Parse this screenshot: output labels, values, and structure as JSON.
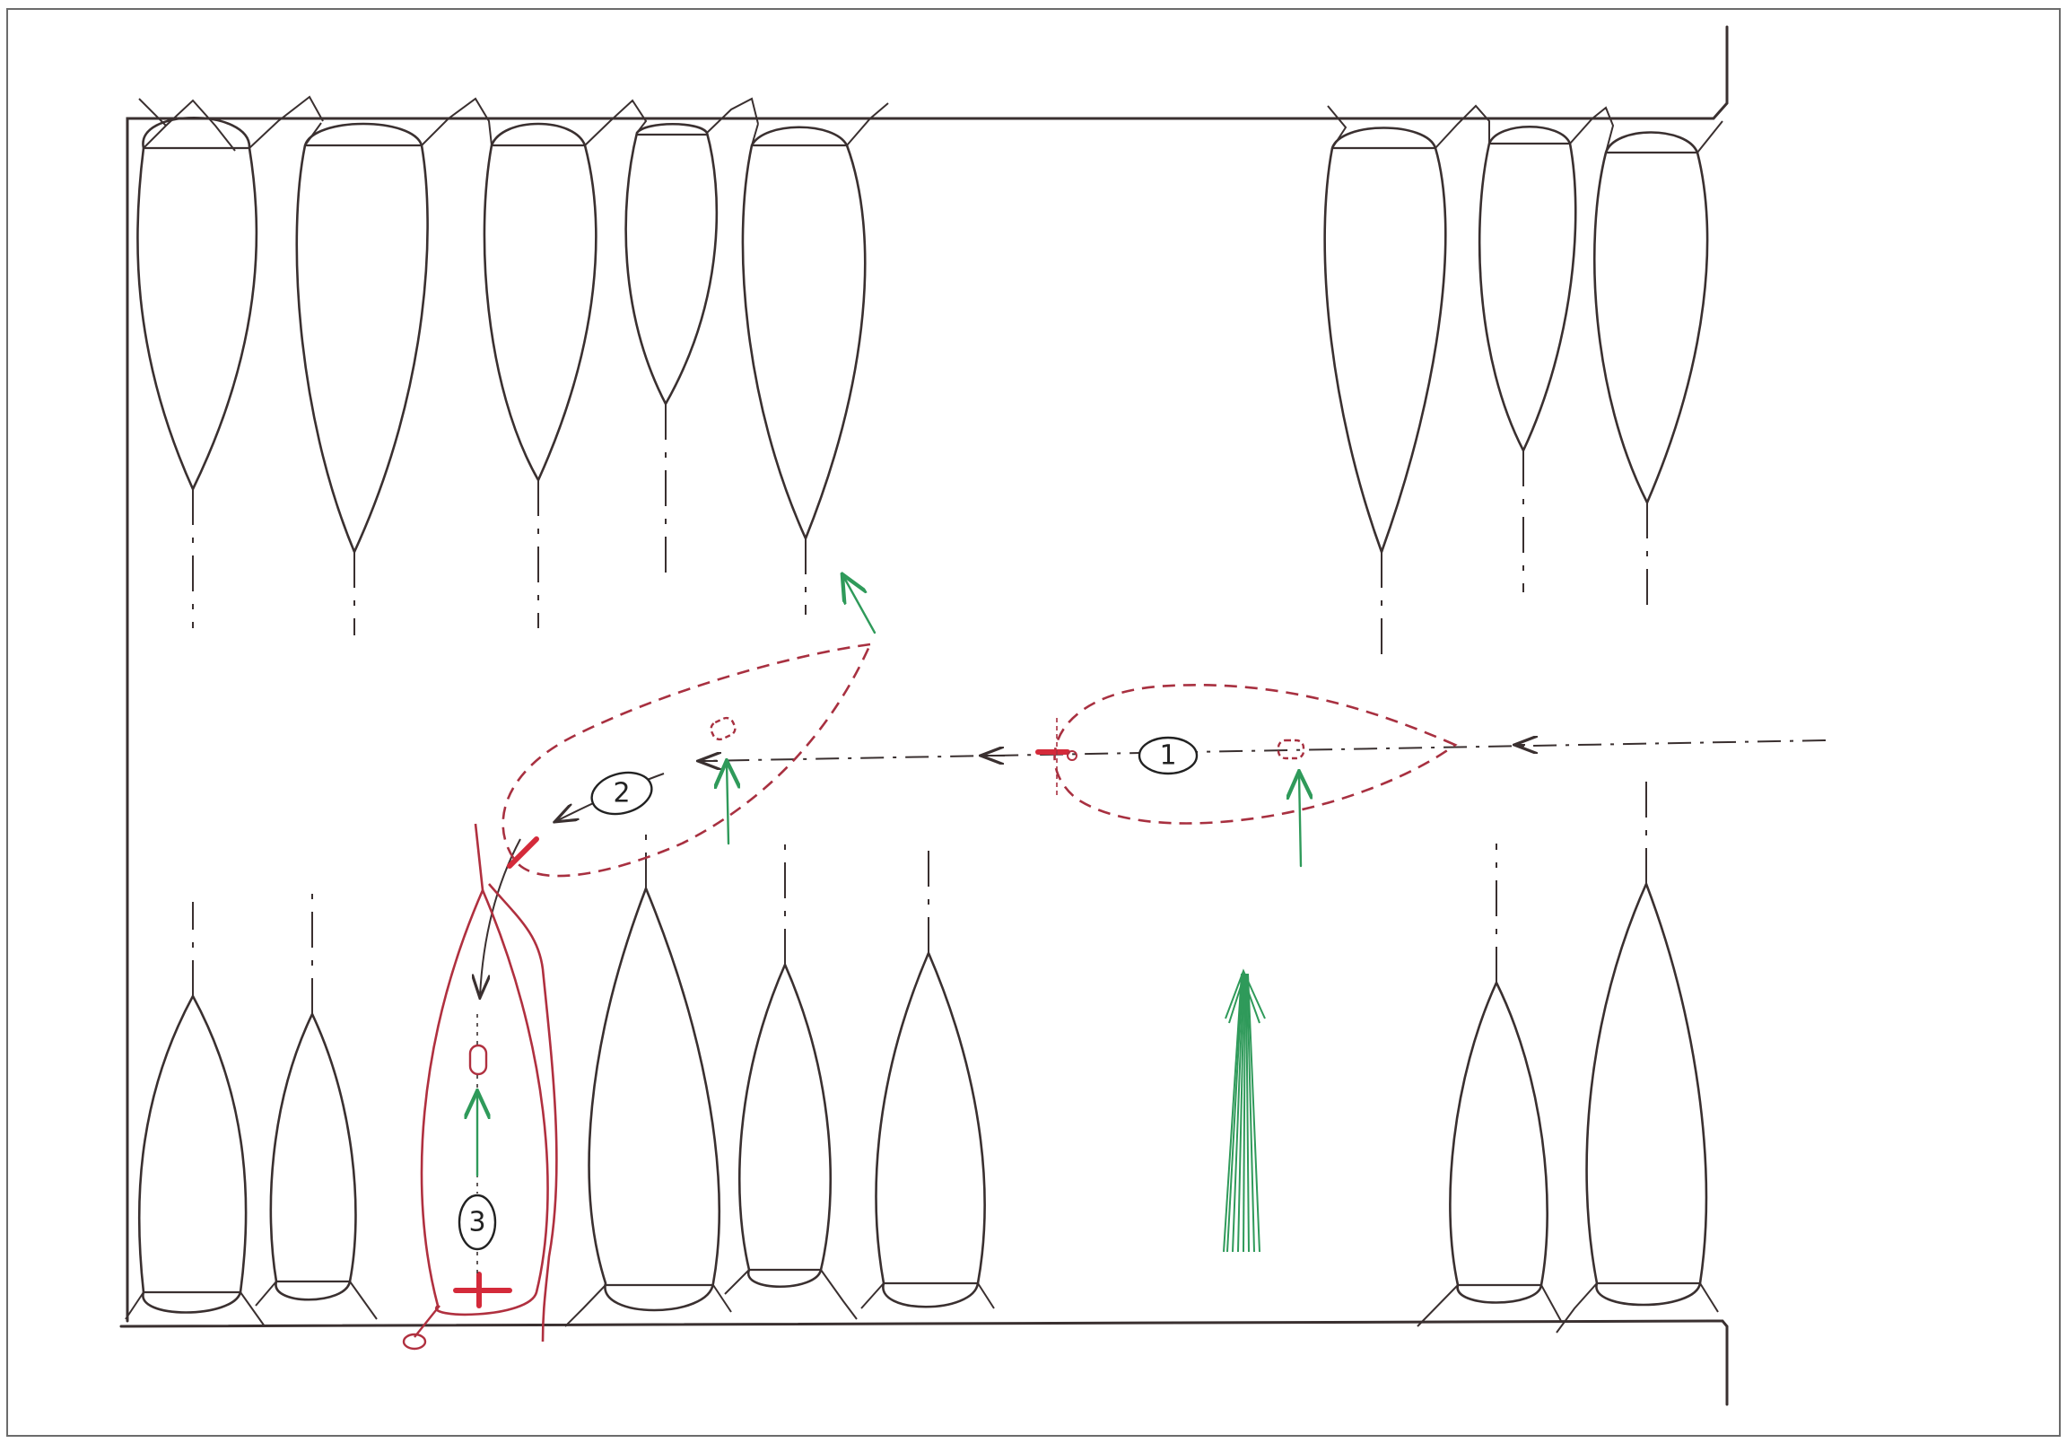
{
  "diagram": {
    "steps": [
      {
        "label": "1"
      },
      {
        "label": "2"
      },
      {
        "label": "3"
      }
    ],
    "colors": {
      "dock": "#3a3030",
      "maneuver_path": "#a83040",
      "wind": "#2f9a5a"
    }
  }
}
